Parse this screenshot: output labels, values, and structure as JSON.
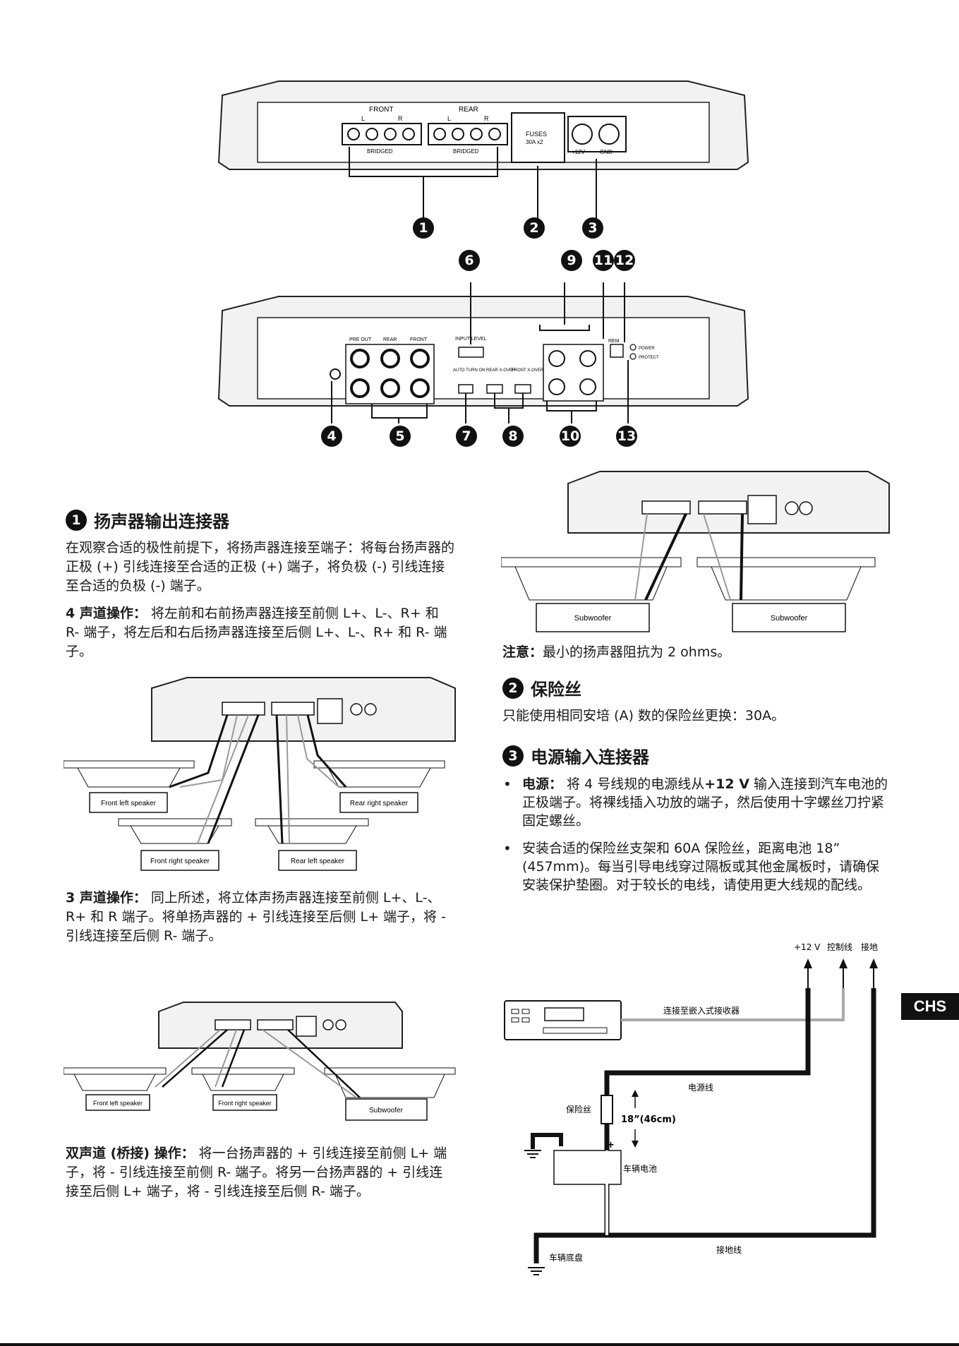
{
  "fig_top": {
    "front": "FRONT",
    "rear": "REAR",
    "l": "L",
    "r": "R",
    "bridged": "BRIDGED",
    "fuses_line1": "FUSES",
    "fuses_line2": "30A x2",
    "plus12v": "+12V",
    "gnd": "GND"
  },
  "fig_mid": {
    "pre_out": "PRE OUT",
    "rear": "REAR",
    "front": "FRONT",
    "input_level": "INPUT LEVEL",
    "auto_turn_on": "AUTO TURN ON",
    "rear_xover": "REAR X-OVER",
    "front_xover": "FRONT X-OVER",
    "rem": "REM",
    "power": "POWER",
    "protect": "PROTECT"
  },
  "callouts": [
    "1",
    "2",
    "3",
    "4",
    "5",
    "6",
    "7",
    "8",
    "9",
    "10",
    "11",
    "12",
    "13"
  ],
  "sec1": {
    "num": "1",
    "title": "扬声器输出连接器",
    "p1": "在观察合适的极性前提下，将扬声器连接至端子：将每台扬声器的正极 (+) 引线连接至合适的正极 (+) 端子，将负极 (-) 引线连接至合适的负极 (-) 端子。",
    "p2_bold": "4 声道操作：",
    "p2": " 将左前和右前扬声器连接至前侧 L+、L-、R+ 和 R- 端子，将左后和右后扬声器连接至后侧 L+、L-、R+ 和 R- 端子。",
    "p3_bold": "3 声道操作：",
    "p3": " 同上所述，将立体声扬声器连接至前侧 L+、L-、R+ 和 R 端子。将单扬声器的 + 引线连接至后侧 L+ 端子，将 - 引线连接至后侧 R- 端子。",
    "p4_bold": "双声道 (桥接) 操作：",
    "p4": " 将一台扬声器的 + 引线连接至前侧 L+ 端子，将 - 引线连接至前侧 R- 端子。将另一台扬声器的 + 引线连接至后侧 L+ 端子，将 - 引线连接至后侧 R- 端子。"
  },
  "fig_4ch": {
    "front_left": "Front left speaker",
    "rear_right": "Rear right speaker",
    "front_right": "Front right speaker",
    "rear_left": "Rear left speaker"
  },
  "fig_3ch": {
    "front_left": "Front left speaker",
    "front_right": "Front right speaker",
    "subwoofer": "Subwoofer"
  },
  "fig_bridge": {
    "sub1": "Subwoofer",
    "sub2": "Subwoofer"
  },
  "note": {
    "bold": "注意：",
    "text": "最小的扬声器阻抗为 2 ohms。"
  },
  "sec2": {
    "num": "2",
    "title": "保险丝",
    "text": "只能使用相同安培 (A) 数的保险丝更换：30A。"
  },
  "sec3": {
    "num": "3",
    "title": "电源输入连接器",
    "b1_bold": "电源：",
    "b1_pre": " 将 4 号线规的电源线从",
    "b1_bold2": "+12 V",
    "b1_post": " 输入连接到汽车电池的正极端子。将裸线插入功放的端子，然后使用十字螺丝刀拧紧固定螺丝。",
    "b2": "安装合适的保险丝支架和 60A 保险丝，距离电池 18” (457mm)。每当引导电线穿过隔板或其他金属板时，请确保安装保护垫圈。对于较长的电线，请使用更大线规的配线。"
  },
  "wiring": {
    "plus12v": "+12 V",
    "control": "控制线",
    "ground": "接地",
    "receiver": "连接至嵌入式接收器",
    "power_wire": "电源线",
    "fuse": "保险丝",
    "distance": "18”(46cm)",
    "battery": "车辆电池",
    "ground_wire": "接地线",
    "chassis": "车辆底盘"
  },
  "lang_tab": "CHS"
}
